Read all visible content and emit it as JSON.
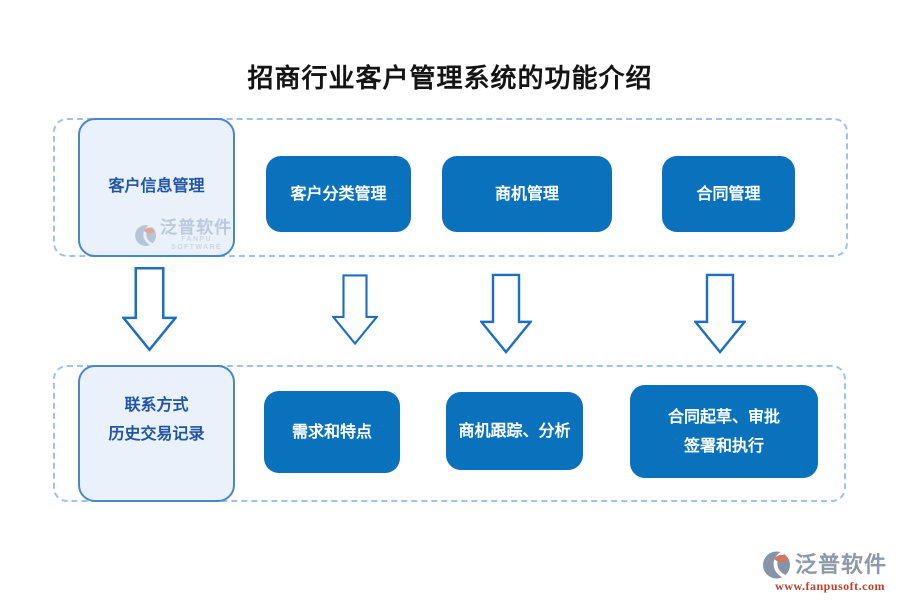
{
  "title": "招商行业客户管理系统的功能介绍",
  "colors": {
    "node_solid_fill": "#0a72bc",
    "node_light_fill": "#e9f2fb",
    "node_light_border": "#4d86c8",
    "node_light_text": "#2155a4",
    "group_dashed_border": "#9dc3e6",
    "arrow_stroke": "#1e6fc0",
    "watermark_url_red": "#c0402a",
    "watermark_gray": "#8d98a8"
  },
  "top_row": {
    "items": [
      {
        "label": "客户信息管理",
        "variant": "light"
      },
      {
        "label": "客户分类管理",
        "variant": "solid"
      },
      {
        "label": "商机管理",
        "variant": "solid"
      },
      {
        "label": "合同管理",
        "variant": "solid"
      }
    ]
  },
  "bottom_row": {
    "items": [
      {
        "lines": [
          "联系方式",
          "历史交易记录"
        ],
        "variant": "light"
      },
      {
        "lines": [
          "需求和特点"
        ],
        "variant": "solid"
      },
      {
        "lines": [
          "商机跟踪、分析"
        ],
        "variant": "solid"
      },
      {
        "lines": [
          "合同起草、审批",
          "签署和执行"
        ],
        "variant": "solid"
      }
    ]
  },
  "watermark_inner": {
    "brand": "泛普软件",
    "subtitle": "FANPU SOFTWARE"
  },
  "watermark_corner": {
    "brand": "泛普软件",
    "url": "www.fanpusoft.com"
  }
}
